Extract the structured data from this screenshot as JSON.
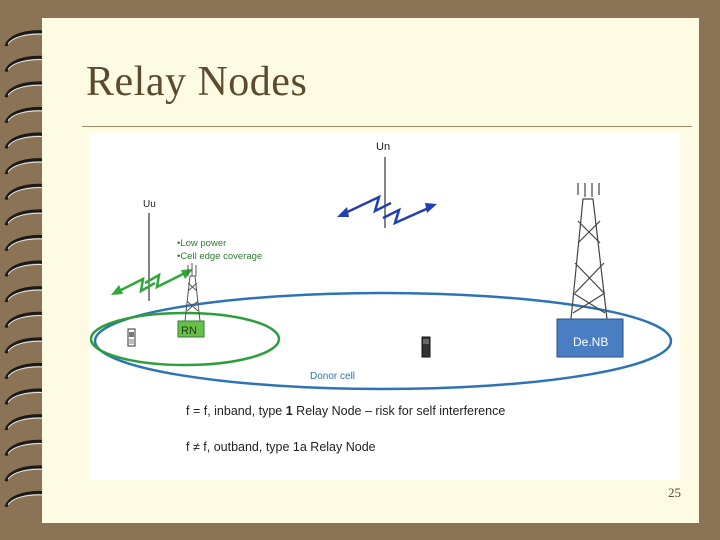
{
  "slide": {
    "title": "Relay Nodes",
    "page_number": "25"
  },
  "diagram": {
    "un_label": "Un",
    "uu_label": "Uu",
    "rn_label": "RN",
    "denb_label": "De.NB",
    "donor_cell_label": "Donor cell",
    "bullets": [
      "•Low power",
      "•Cell edge coverage"
    ],
    "note1": {
      "pre": "f = f, inband, type ",
      "bold": "1",
      "post": " Relay Node – risk for self interference"
    },
    "note2": "f ≠ f, outband, type 1a Relay Node"
  },
  "colors": {
    "background": "#8b7355",
    "page": "#fdfbe3",
    "title": "#5c4a2e",
    "donor_cell": "#2e74b5",
    "relay_cell": "#2e9e3a",
    "denb_box": "#4a7ec2",
    "rn_box": "#6abf4b",
    "arrow_blue": "#1f3fb5",
    "arrow_green": "#2ea83a"
  }
}
